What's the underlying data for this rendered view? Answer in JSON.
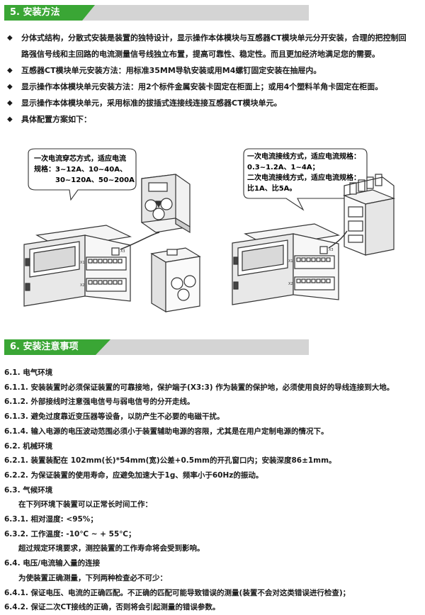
{
  "section5": {
    "title": "5. 安装方法",
    "bullets": [
      "分体式结构，分散式安装是装置的独特设计，显示操作本体模块与互感器CT模块单元分开安装，合理的把控制回",
      "路强信号线和主回路的电流测量信号线独立布置，提高可靠性、稳定性。而且更加经济地满足您的需要。",
      "互感器CT模块单元安装方法：用标准35MM导轨安装或用M4螺钉固定安装在抽屉内。",
      "显示操作本体模块单元安装方法：用2个标件金属安装卡固定在柜面上；或用4个塑料羊角卡固定在柜面。",
      "显示操作本体模块单元，采用标准的拔插式连接线连接互感器CT模块单元。",
      "具体配置方案如下："
    ],
    "diamond": "◆"
  },
  "diagram": {
    "left_callout": [
      "一次电流穿芯方式，适应电流",
      "规格：3~12A、10~40A、",
      "30~120A、50~200A"
    ],
    "right_callout": [
      "一次电流接线方式，适应电流规格：",
      "0.3~1.2A、1~4A；",
      "二次电流接线方式，适应电流规格：",
      "比1A、比5A。"
    ],
    "terminal_labels": [
      "X1",
      "X2",
      "X3"
    ]
  },
  "section6": {
    "title": "6. 安装注意事项",
    "lines": [
      "6.1. 电气环境",
      "6.1.1. 安装装置时必须保证装置的可靠接地，保护端子(X3:3) 作为装置的保护地，必须使用良好的导线连接到大地。",
      "6.1.2. 外部接线时注意强电信号与弱电信号的分开走线。",
      "6.1.3. 避免过度靠近变压器等设备，以防产生不必要的电磁干扰。",
      "6.1.4. 输入电源的电压波动范围必须小于装置辅助电源的容限，尤其是在用户定制电源的情况下。",
      "6.2. 机械环境",
      "6.2.1. 装置装配在 102mm(长)*54mm(宽)公差+0.5mm的开孔窗口内；安装深度86±1mm。",
      "6.2.2. 为保证装置的使用寿命，应避免加速大于1g、频率小于60Hz的振动。",
      "6.3. 气候环境",
      "在下列环境下装置可以正常长时间工作：",
      "6.3.1. 相对湿度: <95%；",
      "6.3.2. 工作温度: -10℃ ~ + 55℃；",
      "超过规定环境要求，测控装置的工作寿命将会受到影响。",
      "6.4. 电压/电流输入量的连接",
      "为使装置正确测量，下列两种检查必不可少：",
      "6.4.1. 保证电压、电流的正确匹配。不正确的匹配可能导致错误的测量(装置不会对这类错误进行检查)；",
      "6.4.2. 保证二次CT接线的正确，否则将会引起测量的错误参数。"
    ]
  }
}
